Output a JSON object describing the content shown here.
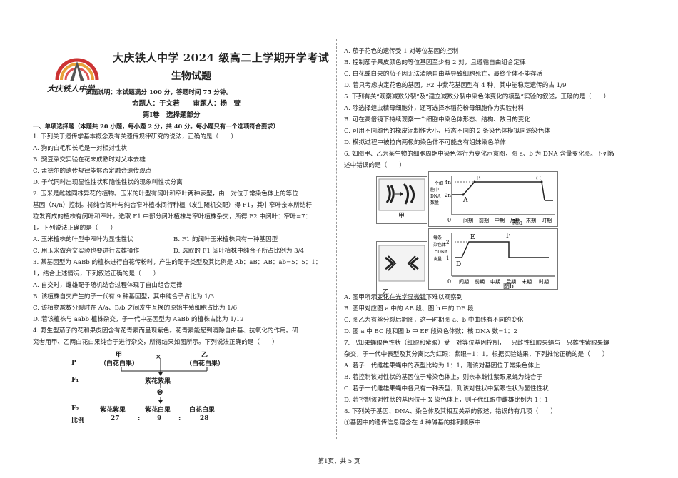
{
  "header": {
    "school_logo_text": "大庆铁人中学",
    "title": "大庆铁人中学 2024 级高二上学期开学考试",
    "subject": "生物试题",
    "exam_note": "试题说明：本试题满分 100 分，答题时间 75 分钟。",
    "authors": "命题人：于文若　　审题人：杨　萱",
    "section": "第Ⅰ卷　选择题部分",
    "section_instruction": "一、单项选择题（本题共 20 小题，每小题 2 分，共 40 分。每小题只有一个选项符合要求）"
  },
  "left_lines": [
    "1. 下列关于遗传学基本概念及有关遗传规律研究的说法，正确的是（　　）",
    "A. 狗的白毛和长毛是一对相对性状",
    "B. 豌豆杂交实验在花未成熟时对父本去雄",
    "C. 孟德尔的遗传规律能够否定融合遗传观点",
    "D. 子代同时出现显性性状和隐性性状的现象叫性状分离",
    "2. 玉米是雌雄同株异花的植物。玉米的叶型有阔叶和窄叶两种表型，由一对位于常染色体上的等位",
    "基因（N/n）控制。将纯合阔叶与纯合窄叶植株间行种植（发生随机交配）得 F1，其中窄叶亲本所结籽",
    "粒发育成的植株有阔叶和窄叶。选取 F1 中部分阔叶植株与窄叶植株杂交，所得 F2 中阔叶：窄叶=7：",
    "1。下列说法正确的是（　　）",
    "3. 某基因型为 AaBb 的植株进行自花传粉时，产生的配子类型及其比例是 Ab：aB：AB：ab=5：5：1：",
    "1，结合上述情况，下列叙述正确的是（　　）",
    "A. 自交时，雌雄配子随机结合过程体现了自由组合定律",
    "B. 该植株自交产生的子一代有 9 种基因型，其中纯合子占比为 1/3",
    "C. 该植物减数分裂时在 A/a、B/b 之间发生互换的原始生殖细胞占比为 1/6",
    "D. 若该植株与 aabb 植株杂交，子一代中基因型为 AaBb 的植株占比为 1/12",
    "4. 野生型茄子的花和果皮因含有花青素而呈现紫色。花青素能起到清除自由基、抗氧化的作用。研",
    "究者用甲、乙两白花白果纯合子进行杂交，所得结果如图所示。下列说法正确的是（　　）"
  ],
  "q2_options": {
    "a": "A. 玉米植株的叶型中窄叶为显性性状",
    "b": "B. F1 的阔叶玉米植株只有一种基因型",
    "c": "C. 用玉米做杂交实验也要进行去雄操作",
    "d": "D. 选取的 F1 阔叶植株中纯合子所占比例为 3/4"
  },
  "genetics_figure": {
    "p": "P",
    "parent_a": "甲",
    "parent_a_pheno": "（白花白果）",
    "cross": "×",
    "parent_b": "乙",
    "parent_b_pheno": "（白花白果）",
    "f1": "F₁",
    "f1_pheno": "紫花紫果",
    "self": "⊗",
    "f2": "F₂",
    "ratio_label": "比例",
    "f2_a": "紫花紫果",
    "f2_b": "紫花白果",
    "f2_c": "白花白果",
    "r_a": "27",
    "r_b": "9",
    "r_c": "28",
    "colon": ":"
  },
  "right_lines_top": [
    "A. 茄子花色的遗传受 1 对等位基因的控制",
    "B. 控制茄子果皮颜色的等位基因至少有 2 对，且遵循自由组合定律",
    "C. 白花或白果的茄子因无法清除自由基导致细胞死亡，最终个体不能存活",
    "D. 若只考虑决定花色的基因，F2 中紫花基因型有 4 种，其中能稳定遗传的占 1/9",
    "5. 下列有关“观察减数分裂”及“建立减数分裂中染色体变化的模型”实验的叙述，正确的是（　　）",
    "A. 除选择蝗虫精母细胞外，还可选择水稻花粉母细胞作为实验材料",
    "B. 可在高倍镜下持续观察一个细胞中染色体形态、结构、数目的变化",
    "C. 可用不同颜色的橡皮泥制作大小、形态不同的 2 条染色体模拟同源染色体",
    "D. 模拟过程中被拉向两极的染色体不可能含有姐妹染色单体",
    "6. 如图甲、乙为某生物的细胞周期中染色体行为变化示意图，图 a、b 为 DNA 含量变化图。下列叙",
    "述中错误的是（　　）"
  ],
  "right_lines_bottom": [
    "A. 图甲所示变化在光学显微镜下难以观察到",
    "B. 图甲对应图 a 中的 AB 段、图 b 中的 DE 段",
    "C. 图乙为有丝分裂后期图，这一时期图 a、b 中曲线有不同的变化",
    "D. 图 a 中 BC 段和图 b 中 EF 段染色体数：核 DNA 数=1：2",
    "7. 已知果蝇眼色性状（红眼和紫眼）受一对等位基因控制，一只雌性红眼果蝇与一只雄性紫眼果蝇",
    "杂交，子一代中表型及其分离比为红眼：紫眼=1：1。根据实验结果，下列推论正确的是（　　）",
    "A. 若子一代雌雄果蝇中的表型比均为 1：1，则该对基因位于常染色体上",
    "B. 若控制该对性状的基因位于常染色体上，则亲本雌性紫眼果蝇为纯合子",
    "C. 若子一代雌雄果蝇中各只有一种表型，则该对性状中紫眼性状为显性性状",
    "D. 若控制该对性状的基因位于 X 染色体上，则子代红眼中雌雄比例为 1：1",
    "8. 下列关于基因、DNA、染色体及其相互关系的叙述，错误的有几项（　　）",
    "①基因中的遗传信息蕴含在 4 种碱基的排列顺序中"
  ],
  "chart_data": [
    {
      "type": "line",
      "title": "图a",
      "ylabel": "一个细胞中DNA数量",
      "yticks": [
        "2n",
        "4n"
      ],
      "categories": [
        "间期",
        "前期",
        "中期",
        "后期",
        "末期",
        "时期"
      ],
      "points": [
        {
          "label": "A",
          "x": "间期",
          "y": "2n"
        },
        {
          "label": "B",
          "x": "间期",
          "y": "4n"
        },
        {
          "label": "C",
          "x": "末期",
          "y": "4n"
        }
      ]
    },
    {
      "type": "line",
      "title": "图b",
      "ylabel": "每条染色体上DNA含量",
      "yticks": [
        "1",
        "2"
      ],
      "categories": [
        "间期",
        "前期",
        "中期",
        "后期",
        "末期",
        "时期"
      ],
      "points": [
        {
          "label": "D",
          "x": "间期",
          "y": 1
        },
        {
          "label": "E",
          "x": "前期",
          "y": 2
        },
        {
          "label": "F",
          "x": "中期",
          "y": 2
        }
      ]
    }
  ],
  "fig_labels": {
    "jia": "甲",
    "yi": "乙",
    "origin": "0"
  },
  "footer": "第1页，共 5 页"
}
